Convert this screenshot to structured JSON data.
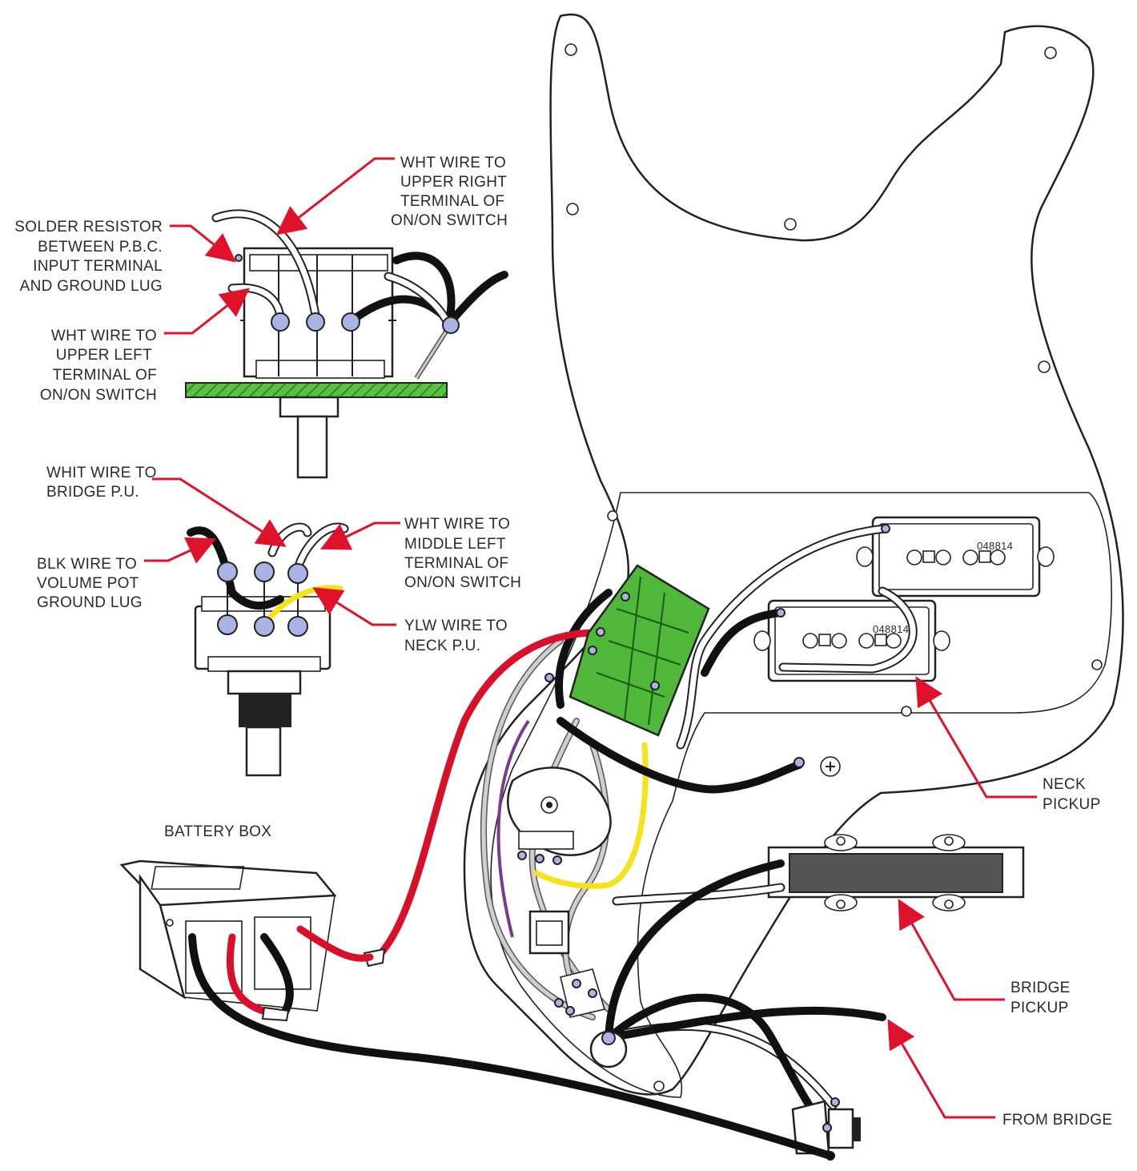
{
  "labels": {
    "wht_upper_right": [
      "WHT WIRE TO",
      "UPPER RIGHT",
      "TERMINAL OF",
      "ON/ON SWITCH"
    ],
    "solder_resistor": [
      "SOLDER RESISTOR",
      "BETWEEN P.B.C.",
      "INPUT TERMINAL",
      "AND GROUND LUG"
    ],
    "wht_upper_left": [
      "WHT WIRE TO",
      "UPPER LEFT",
      "TERMINAL OF",
      "ON/ON SWITCH"
    ],
    "whit_bridge": [
      "WHIT WIRE TO",
      "BRIDGE P.U."
    ],
    "wht_middle_left": [
      "WHT WIRE TO",
      "MIDDLE LEFT",
      "TERMINAL OF",
      "ON/ON SWITCH"
    ],
    "blk_volume": [
      "BLK WIRE TO",
      "VOLUME POT",
      "GROUND LUG"
    ],
    "ylw_neck": [
      "YLW WIRE TO",
      "NECK P.U."
    ],
    "battery_box": "BATTERY BOX",
    "neck_pickup": [
      "NECK",
      "PICKUP"
    ],
    "bridge_pickup": [
      "BRIDGE",
      "PICKUP"
    ],
    "from_bridge": "FROM BRIDGE"
  },
  "pickup_codes": [
    "048814",
    "048814"
  ],
  "colors": {
    "annotation_arrow": "#e0112b",
    "pcb_green": "#4fb83a",
    "wire_red": "#d8102a",
    "wire_yellow": "#f4e21a",
    "solder_point": "#a9b4e4"
  }
}
